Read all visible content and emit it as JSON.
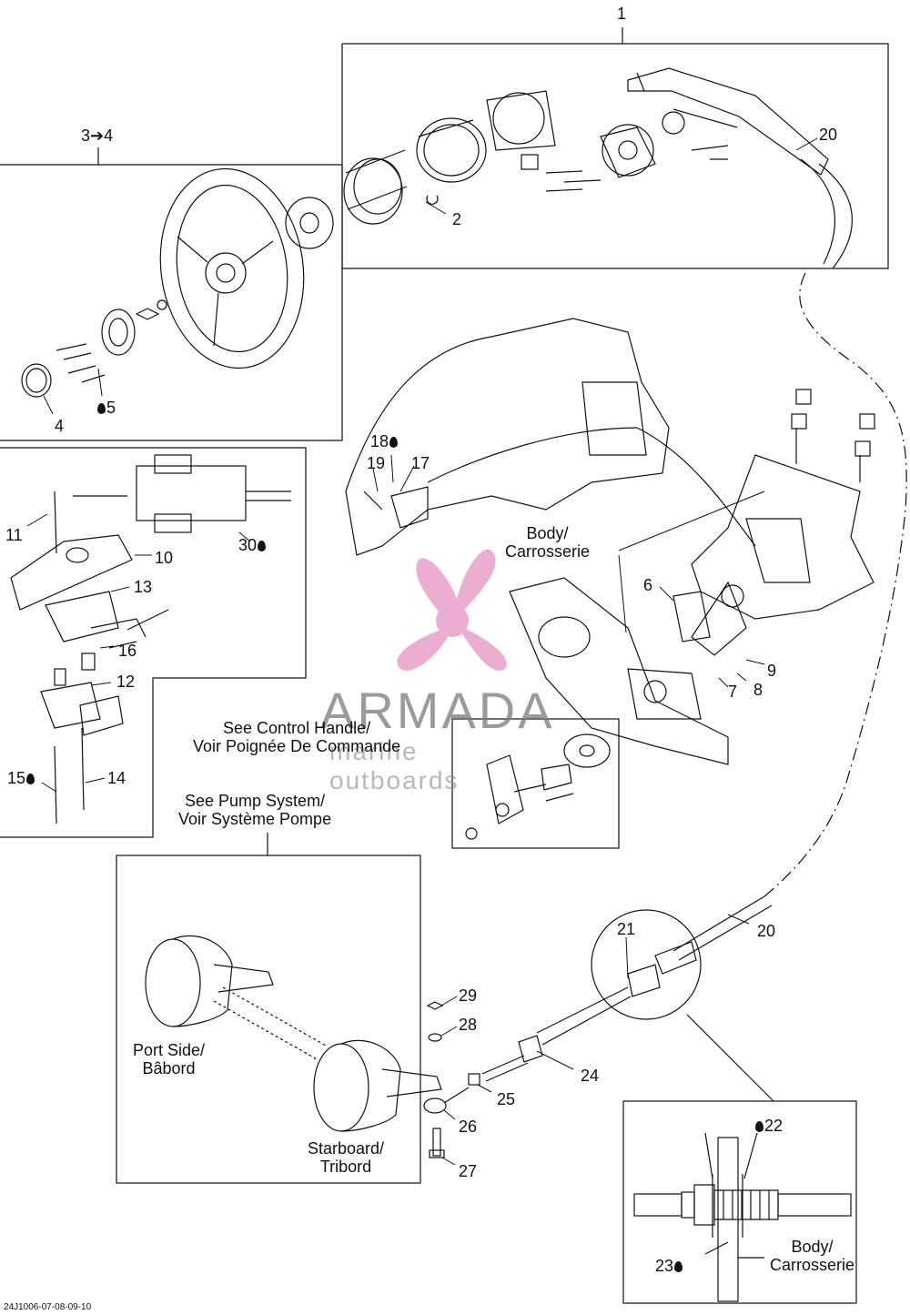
{
  "labels": {
    "l1": "1",
    "l2": "2",
    "l3": "3➔4",
    "l4": "4",
    "l5": "5",
    "l6": "6",
    "l7": "7",
    "l8": "8",
    "l9": "9",
    "l10": "10",
    "l11": "11",
    "l12": "12",
    "l13": "13",
    "l14": "14",
    "l15": "15",
    "l16": "16",
    "l17": "17",
    "l18": "18",
    "l19": "19",
    "l20a": "20",
    "l20b": "20",
    "l21": "21",
    "l22": "22",
    "l23": "23",
    "l24": "24",
    "l25": "25",
    "l26": "26",
    "l27": "27",
    "l28": "28",
    "l29": "29",
    "l30": "30"
  },
  "notes": {
    "body_top": [
      "Body/",
      "Carrosserie"
    ],
    "control_handle": [
      "See Control Handle/",
      "Voir Poignée De Commande"
    ],
    "pump_system": [
      "See Pump System/",
      "Voir Système Pompe"
    ],
    "port_side": [
      "Port Side/",
      "Bâbord"
    ],
    "starboard": [
      "Starboard/",
      "Tribord"
    ],
    "body_bottom": [
      "Body/",
      "Carrosserie"
    ]
  },
  "watermark": {
    "name": "ARMADA",
    "sub": "marine outboards",
    "color": "#e8a0c8"
  },
  "drawing_code": "24J1006-07-08-09-10"
}
